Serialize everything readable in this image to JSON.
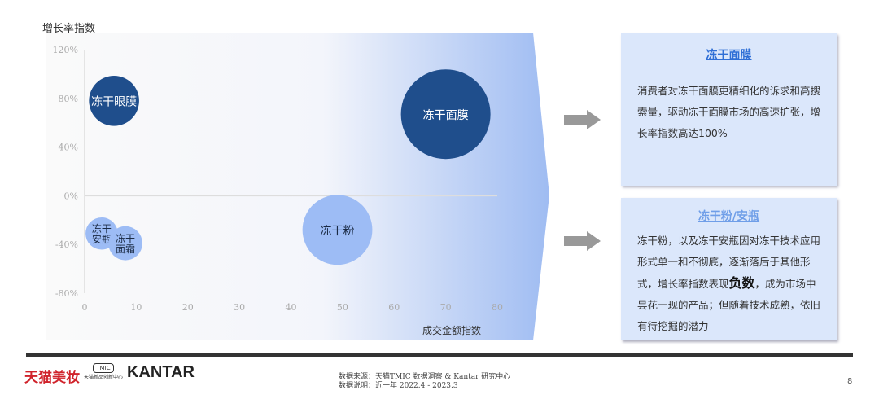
{
  "chart_data": {
    "type": "scatter",
    "subtype": "bubble",
    "ylabel": "增长率指数",
    "xlabel": "成交金额指数",
    "xlim": [
      0,
      80
    ],
    "ylim": [
      -80,
      120
    ],
    "xticks": [
      "0",
      "10",
      "20",
      "30",
      "40",
      "50",
      "60",
      "70",
      "80"
    ],
    "yticks": [
      "120%",
      "80%",
      "40%",
      "0%",
      "-40%",
      "-80%"
    ],
    "ytick_values": [
      120,
      80,
      40,
      0,
      -40,
      -80
    ],
    "xtick_values": [
      0,
      10,
      20,
      30,
      40,
      50,
      60,
      70,
      80
    ],
    "points": [
      {
        "label": "冻干眼膜",
        "x": 5.7,
        "y": 78,
        "size": 0.56,
        "color": "#1f4e8c",
        "text_color": "#ffffff"
      },
      {
        "label": "冻干面膜",
        "x": 70,
        "y": 67,
        "size": 1.0,
        "color": "#1f4e8c",
        "text_color": "#ffffff"
      },
      {
        "label": "冻干粉",
        "x": 49,
        "y": -28,
        "size": 0.78,
        "color": "#9dbcf5",
        "text_color": "#1a2a44"
      },
      {
        "label": "冻干\n安瓶",
        "x": 3.3,
        "y": -31,
        "size": 0.36,
        "color": "#9dbcf5",
        "text_color": "#1a2a44"
      },
      {
        "label": "冻干\n面霜",
        "x": 7.9,
        "y": -39,
        "size": 0.38,
        "color": "#9dbcf5",
        "text_color": "#1a2a44"
      }
    ]
  },
  "cards": [
    {
      "title": "冻干面膜",
      "title_color": "#2f6fd6",
      "body": "消费者对冻干面膜更精细化的诉求和高搜索量，驱动冻干面膜市场的高速扩张，增长率指数高达100%"
    },
    {
      "title": "冻干粉/安瓶",
      "title_color": "#6f9ee8",
      "body_pre": "冻干粉，以及冻干安瓶因对冻干技术应用形式单一和不彻底，逐渐落后于其他形式，增长率指数表现",
      "body_bold": "负数",
      "body_post": "，成为市场中昙花一现的产品；但随着技术成熟，依旧有待挖掘的潜力"
    }
  ],
  "footer": {
    "logo_tmall": "天猫美妆",
    "logo_tmic": "TMIC",
    "logo_tmic_sub": "天猫新品创新中心",
    "logo_kantar": "KANTAR",
    "source": "数据来源：天猫TMIC 数据洞察 & Kantar 研究中心",
    "note": "数据说明：近一年 2022.4 - 2023.3",
    "page": "8"
  }
}
